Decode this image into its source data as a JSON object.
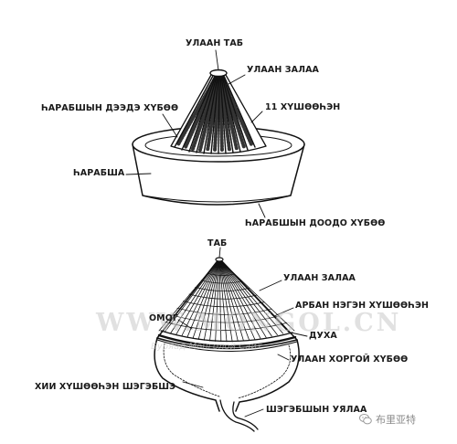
{
  "labels": {
    "hat1_top": "УЛААН ТАБ",
    "hat1_red_tassel": "УЛААН ЗАЛАА",
    "hat1_upper_brim": "ҺАРАБШЫН ДЭЭДЭ ХҮБӨӨ",
    "hat1_stitches": "11 ХҮШӨӨҺЭН",
    "hat1_brim": "ҺАРАБША",
    "hat1_lower_brim": "ҺАРАБШЫН ДООДО ХҮБӨӨ",
    "hat2_top": "ТАБ",
    "hat2_red_tassel": "УЛААН ЗАЛАА",
    "hat2_stitches": "АРБАН НЭГЭН ХҮШӨӨҺЭН",
    "hat2_omog": "ОМОГ",
    "hat2_dukha": "ДУХА",
    "hat2_red_border": "УЛААН ХОРГОЙ ХҮБӨӨ",
    "hat2_ear_strip": "ХИИ ХҮШӨӨҺЭН ШЭГЭБШЭ",
    "hat2_string": "ШЭГЭБШЫН УЯЛАА"
  },
  "watermark": {
    "main": "WWW.MONGOL.CN",
    "sub": "Буряад Монголой Сайт"
  },
  "badge": {
    "text": "布里亚特",
    "icon": "wechat-icon"
  }
}
